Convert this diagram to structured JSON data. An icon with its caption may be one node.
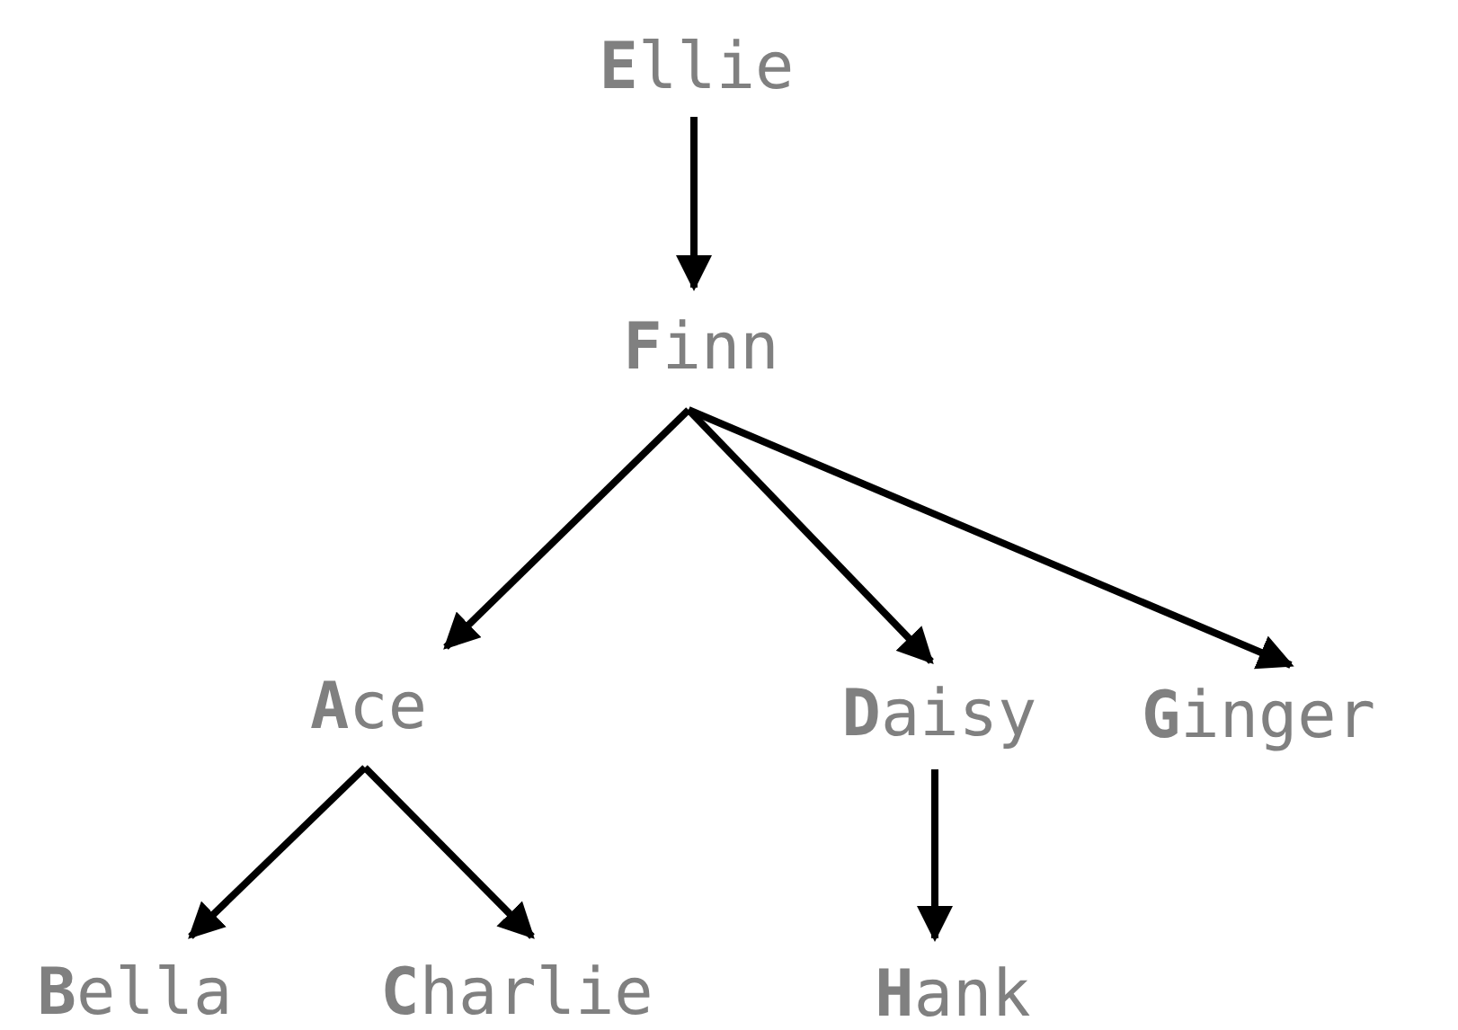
{
  "diagram": {
    "nodes": [
      {
        "text": [
          "**E**llie"
        ]
      },
      {
        "text": [
          "**F**inn"
        ]
      },
      {
        "text": [
          "**A**ce"
        ]
      },
      {
        "text": [
          "**D**aisy"
        ]
      },
      {
        "text": [
          "**G**inger"
        ]
      },
      {
        "text": [
          "**B**ella"
        ]
      },
      {
        "text": [
          "**C**harlie"
        ]
      },
      {
        "text": [
          "**H**ank"
        ]
      }
    ],
    "edges": [
      {
        "from": 0,
        "to": 1,
        "arrow": "to"
      },
      {
        "from": 1,
        "to": 2,
        "arrow": "to"
      },
      {
        "from": 1,
        "to": 3,
        "arrow": "to"
      },
      {
        "from": 1,
        "to": 4,
        "arrow": "to"
      },
      {
        "from": 2,
        "to": 5,
        "arrow": "to"
      },
      {
        "from": 2,
        "to": 6,
        "arrow": "to"
      },
      {
        "from": 3,
        "to": 7,
        "arrow": "to"
      }
    ]
  }
}
